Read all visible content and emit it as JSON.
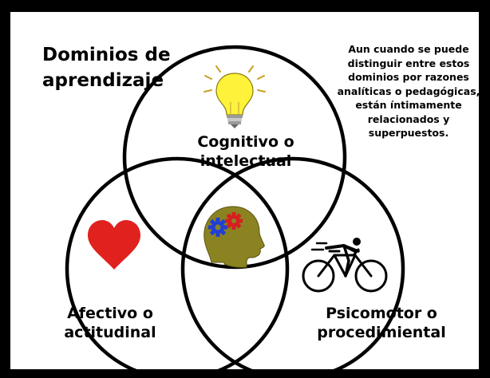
{
  "title": "Dominios de\naprendizaje",
  "note": "Aun cuando se puede\ndistinguir entre estos\ndominios por razones\nanalíticas o pedagógicas,\nestán íntimamente\nrelacionados y\nsuperpuestos.",
  "domains": {
    "cognitive": {
      "label": "Cognitivo o\nintelectual",
      "icon": "lightbulb-icon"
    },
    "affective": {
      "label": "Afectivo o\nactitudinal",
      "icon": "heart-icon"
    },
    "psychomotor": {
      "label": "Psicomotor o\nprocedimiental",
      "icon": "cyclist-icon"
    }
  },
  "center_icon": "head-with-gears-icon",
  "colors": {
    "frame": "#000000",
    "background": "#ffffff",
    "heart": "#e0211d",
    "head": "#8b8322",
    "gear_blue": "#1f3fd6",
    "gear_red": "#d61f1f",
    "bulb": "#fff23a"
  }
}
